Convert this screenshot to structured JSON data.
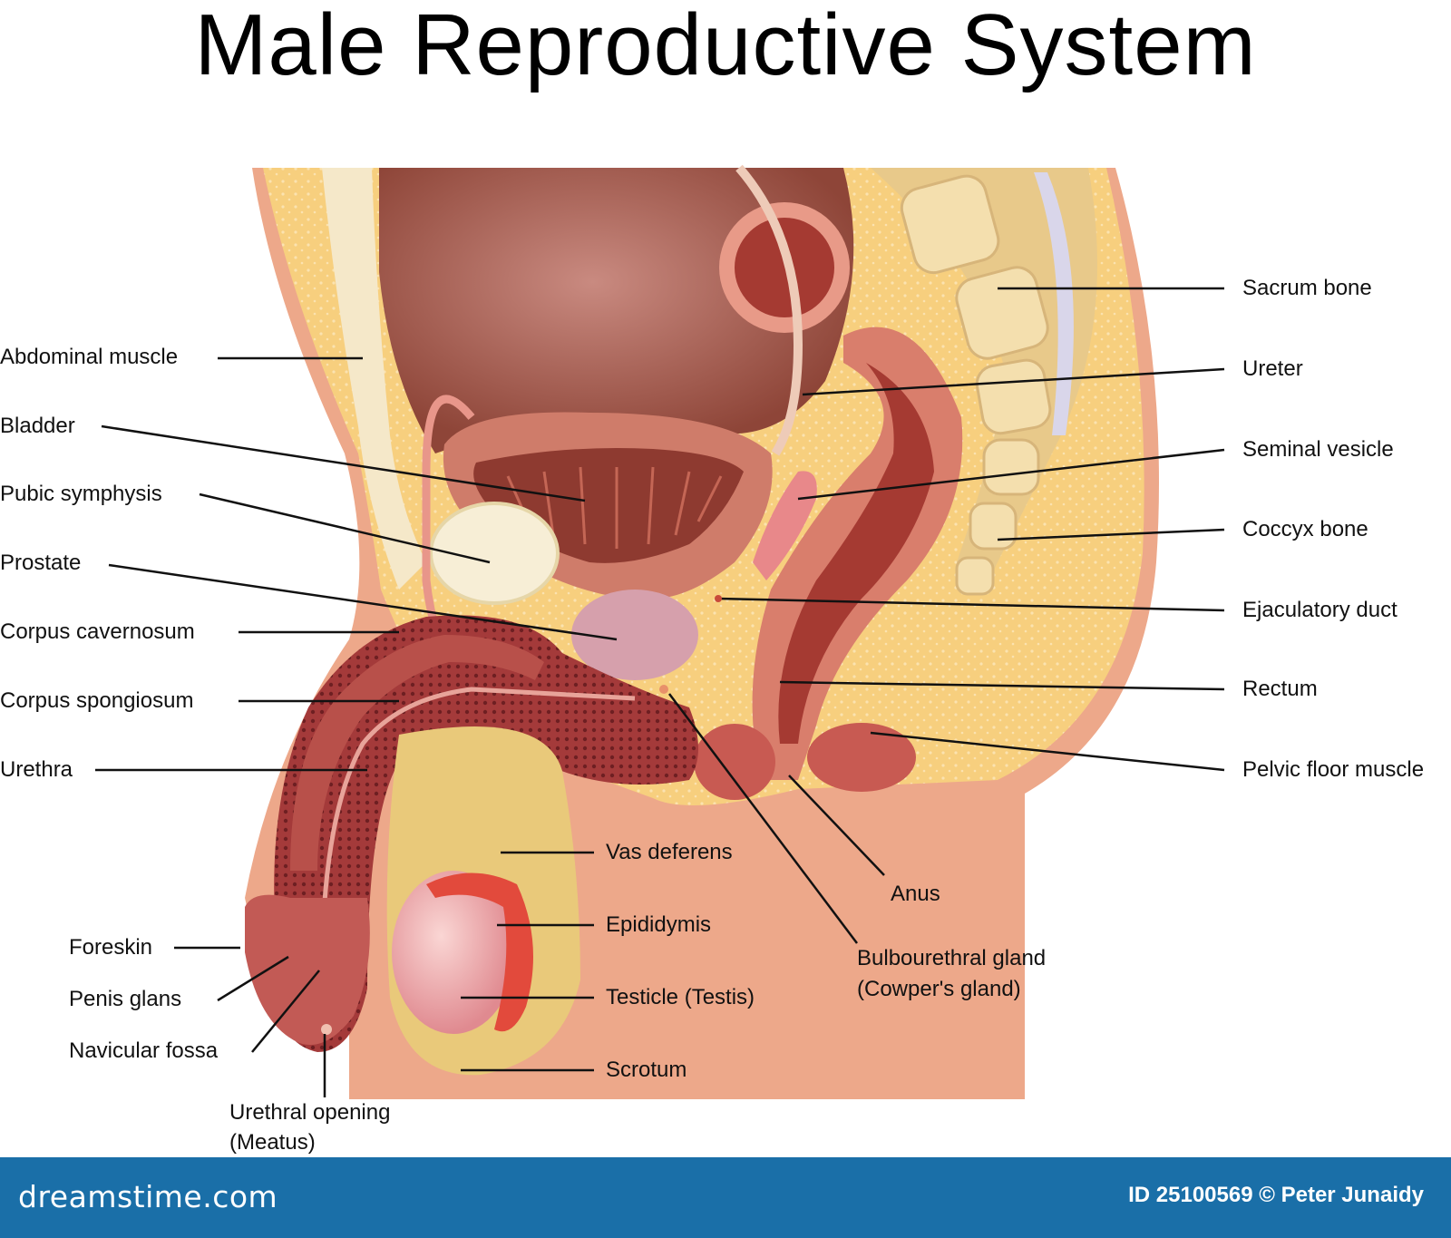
{
  "title": "Male Reproductive System",
  "labels": {
    "abdominal_muscle": "Abdominal muscle",
    "bladder": "Bladder",
    "pubic_symphysis": "Pubic symphysis",
    "prostate": "Prostate",
    "corpus_cavernosum": "Corpus cavernosum",
    "corpus_spongiosum": "Corpus spongiosum",
    "urethra": "Urethra",
    "foreskin": "Foreskin",
    "penis_glans": "Penis glans",
    "navicular_fossa": "Navicular fossa",
    "urethral_opening_1": "Urethral opening",
    "urethral_opening_2": "(Meatus)",
    "vas_deferens": "Vas deferens",
    "epididymis": "Epididymis",
    "testicle": "Testicle (Testis)",
    "scrotum": "Scrotum",
    "sacrum_bone": "Sacrum bone",
    "ureter": "Ureter",
    "seminal_vesicle": "Seminal vesicle",
    "coccyx_bone": "Coccyx bone",
    "ejaculatory_duct": "Ejaculatory duct",
    "rectum": "Rectum",
    "pelvic_floor_muscle": "Pelvic floor muscle",
    "anus": "Anus",
    "bulbourethral_1": "Bulbourethral gland",
    "bulbourethral_2": "(Cowper's gland)"
  },
  "footer": {
    "brand": "dreamstime.com",
    "stock_id": "ID 25100569 © Peter Junaidy"
  },
  "colors": {
    "fat": "#f7cf7e",
    "skin": "#eda88a",
    "cavity": "#a85c4e",
    "bladder_wall": "#cf7c6a",
    "bone": "#f4dfae",
    "footer": "#1a6fa8"
  }
}
